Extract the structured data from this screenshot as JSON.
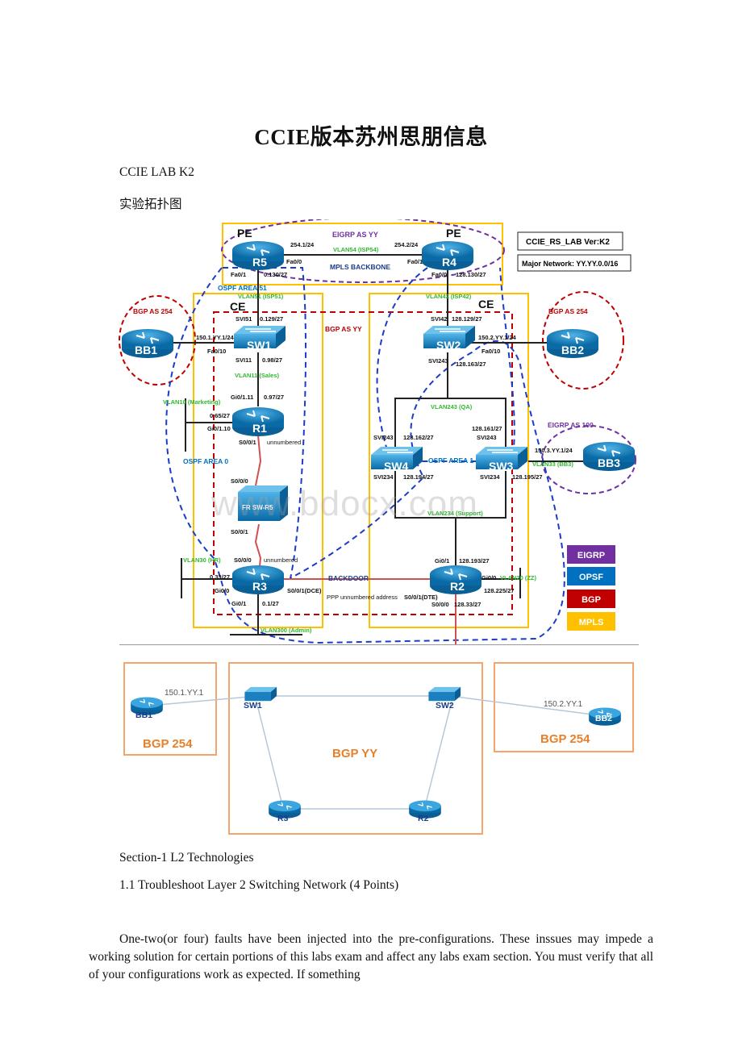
{
  "doc": {
    "title": "CCIE版本苏州思朋信息",
    "subtitle": "CCIE LAB K2",
    "topo_label": "实验拓扑图",
    "section": "Section-1 L2 Technologies",
    "task": "1.1 Troubleshoot Layer 2 Switching Network (4 Points)",
    "paragraph": "One-two(or four) faults have been injected into the pre-configurations. These inssues may impede a working solution for certain portions of this labs exam and affect any labs exam section. You must verify that all of your configurations work as expected. If something",
    "watermark": "www.bdocx.com"
  },
  "diagram1": {
    "info_ver": "CCIE_RS_LAB Ver:K2",
    "info_major": "Major Network: YY.YY.0.0/16",
    "legend": [
      {
        "label": "EIGRP",
        "color": "#7030a0"
      },
      {
        "label": "OPSF",
        "color": "#0070c0"
      },
      {
        "label": "BGP",
        "color": "#c00000"
      },
      {
        "label": "MPLS",
        "color": "#ffc000"
      }
    ],
    "pe_left": "PE",
    "pe_right": "PE",
    "eigrp_yy": "EIGRP AS YY",
    "vlan54": "VLAN54 (ISP54)",
    "mpls": "MPLS BACKBONE",
    "r5_ip": "254.1/24",
    "r4_ip": "254.2/24",
    "r5_fa00": "Fa0/0",
    "r4_fa01": "Fa0/1",
    "r5_fa01": "Fa0/1",
    "r5_fa01_ip": "0.130/27",
    "r4_fa00": "Fa0/0",
    "r4_fa00_ip": "128.130/27",
    "ospf51": "OSPF AREA 51",
    "vlan51": "VLAN51 (ISP51)",
    "vlan42": "VLAN42 (ISP42)",
    "ce_left": "CE",
    "ce_right": "CE",
    "bgp254_left": "BGP AS 254",
    "bgp254_right": "BGP AS 254",
    "bgpyy": "BGP AS YY",
    "svi51": "SVI51",
    "svi51_ip": "0.129/27",
    "svi42": "SVI42",
    "svi42_ip": "128.129/27",
    "bb1_ip": "150.1.YY.1/24",
    "bb2_ip": "150.2.YY.1/24",
    "sw1_fa010": "Fa0/10",
    "sw2_fa010": "Fa0/10",
    "svi11": "SVI11",
    "svi11_ip": "0.98/27",
    "vlan11": "VLAN11 (Sales)",
    "svi243_top": "SVI243",
    "svi243_top_ip": "128.163/27",
    "r1_gi0111": "Gi0/1.11",
    "r1_gi0111_ip": "0.97/27",
    "vlan10": "VLAN10 (Marketing)",
    "r1_065": "0.65/27",
    "r1_gi0110": "Gi0/1.10",
    "r1_s001": "S0/0/1",
    "unnumbered1": "unnumbered",
    "ospf0": "OSPF AREA 0",
    "frsw_s000": "S0/0/0",
    "frsw_s001": "S0/0/1",
    "frsw": "FR SW-R5",
    "vlan243": "VLAN243 (QA)",
    "sw4_svi243": "SVI243",
    "sw4_svi243_ip": "128.162/27",
    "sw3_svi243": "SVI243",
    "sw3_svi243_ip": "128.161/27",
    "eigrp100": "EIGRP AS 100",
    "bb3_ip": "150.3.YY.1/24",
    "vlan33": "VLAN33 (BB3)",
    "ospf1": "OSPF AREA 1",
    "sw4_svi234": "SVI234",
    "sw4_svi234_ip": "128.194/27",
    "sw3_svi234": "SVI234",
    "sw3_svi234_ip": "128.195/27",
    "vlan234": "VLAN234 (Support)",
    "r3_s000": "S0/0/0",
    "unnumbered2": "unnumbered",
    "vlan30": "VLAN30 (HR)",
    "r3_033": "0.33/27",
    "r3_gi00": "Gi0/0",
    "r3_s001dce": "S0/0/1(DCE)",
    "r3_gi01": "Gi0/1",
    "r3_01": "0.1/27",
    "vlan300": "VLAN300 (Admin)",
    "backdoor": "BACKDOOR",
    "ppp": "PPP unnumbered address",
    "r2_s001dte": "S0/0/1(DTE)",
    "r2_gi01": "Gi0/1",
    "r2_gi01_ip": "128.193/27",
    "r2_gi00": "Gi0/0",
    "vlan20": "VLAN20 (ZZ)",
    "r2_225": "128.225/27",
    "r2_s000": "S0/0/0",
    "r2_33": "128.33/27",
    "nodes": {
      "r5": "R5",
      "r4": "R4",
      "sw1": "SW1",
      "sw2": "SW2",
      "bb1": "BB1",
      "bb2": "BB2",
      "r1": "R1",
      "sw4": "SW4",
      "sw3": "SW3",
      "bb3": "BB3",
      "r3": "R3",
      "r2": "R2"
    }
  },
  "diagram2": {
    "bb1_ip": "150.1.YY.1",
    "bb2_ip": "150.2.YY.1",
    "bgp254_left": "BGP 254",
    "bgp254_right": "BGP 254",
    "bgpyy": "BGP YY",
    "nodes": {
      "bb1": "BB1",
      "sw1": "SW1",
      "sw2": "SW2",
      "bb2": "BB2",
      "r3": "R3",
      "r2": "R2"
    }
  }
}
